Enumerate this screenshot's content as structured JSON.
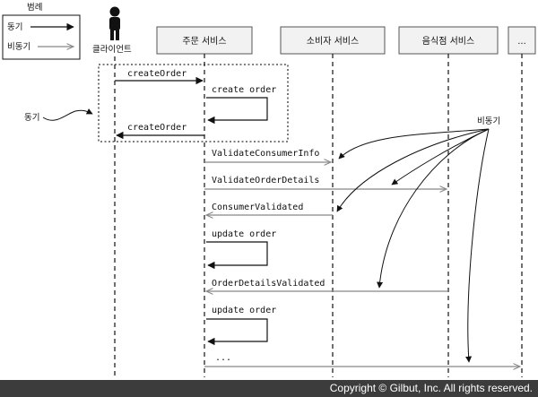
{
  "legend": {
    "title": "범례",
    "sync_label": "동기",
    "async_label": "비동기"
  },
  "actors": {
    "client": "클라이언트",
    "order_service": "주문 서비스",
    "consumer_service": "소비자 서비스",
    "restaurant_service": "음식점 서비스",
    "more": "..."
  },
  "messages": {
    "create_order_request": "createOrder",
    "create_order_self": "create order",
    "create_order_response": "createOrder",
    "validate_consumer_info": "ValidateConsumerInfo",
    "validate_order_details": "ValidateOrderDetails",
    "consumer_validated": "ConsumerValidated",
    "update_order_1": "update order",
    "order_details_validated": "OrderDetailsValidated",
    "update_order_2": "update order",
    "ellipsis": "..."
  },
  "annotations": {
    "sync_callout": "동기",
    "async_callout": "비동기"
  },
  "footer": {
    "copyright": "Copyright © Gilbut, Inc. All rights reserved."
  },
  "colors": {
    "sync_line": "#111111",
    "async_line": "#888888",
    "box_fill": "#f2f2f2",
    "footer_bg": "#3c3c3c"
  }
}
